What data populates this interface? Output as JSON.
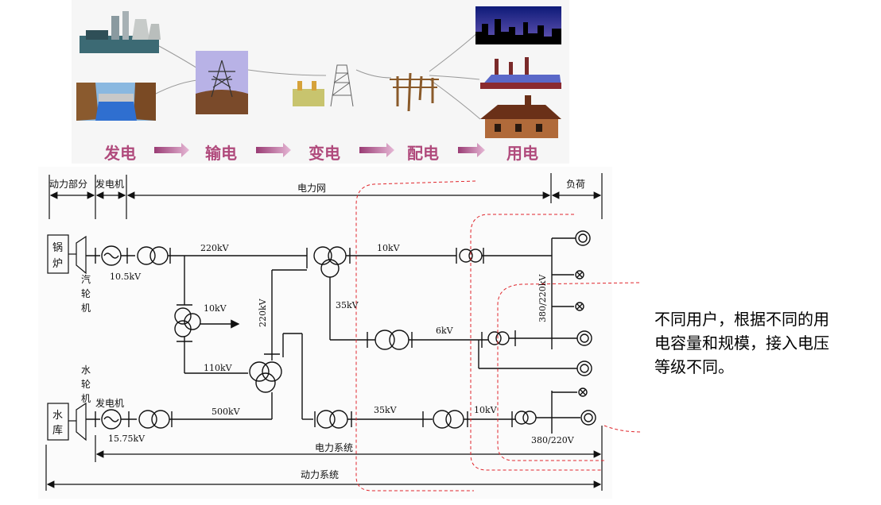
{
  "stages": [
    {
      "label": "发电",
      "icon": "power-plant-icon"
    },
    {
      "label": "输电",
      "icon": "transmission-tower-icon"
    },
    {
      "label": "变电",
      "icon": "substation-icon"
    },
    {
      "label": "配电",
      "icon": "distribution-pole-icon"
    },
    {
      "label": "用电",
      "icon": "consumer-buildings-icon"
    }
  ],
  "diagram": {
    "header": {
      "power_part": "动力部分",
      "generator": "发电机",
      "grid": "电力网",
      "load": "负荷"
    },
    "boiler": [
      "锅",
      "炉"
    ],
    "steam_turbine": [
      "汽",
      "轮",
      "机"
    ],
    "hydro_turbine": [
      "水",
      "轮",
      "机"
    ],
    "reservoir": [
      "水",
      "库"
    ],
    "generator_bottom": "发电机",
    "voltages": {
      "gen_top": "10.5kV",
      "line_220": "220kV",
      "tap_10": "10kV",
      "line_110": "110kV",
      "vert_220": "220kV",
      "line_10_top": "10kV",
      "sub_35": "35kV",
      "line_6": "6kV",
      "line_500": "500kV",
      "gen_bottom": "15.75kV",
      "line_35_bottom": "35kV",
      "line_10_bottom": "10kV",
      "load_bus": "380/220kV",
      "load_bottom": "380/220V"
    },
    "power_system": "电力系统",
    "dynamic_system": "动力系统"
  },
  "note": [
    "不同用户，根据不同的用",
    "电容量和规模，接入电压",
    "等级不同。"
  ],
  "colors": {
    "stage_label": "#b04a7c",
    "arrow": "#c77aa8",
    "dashed": "#e0262c",
    "line": "#111111"
  }
}
